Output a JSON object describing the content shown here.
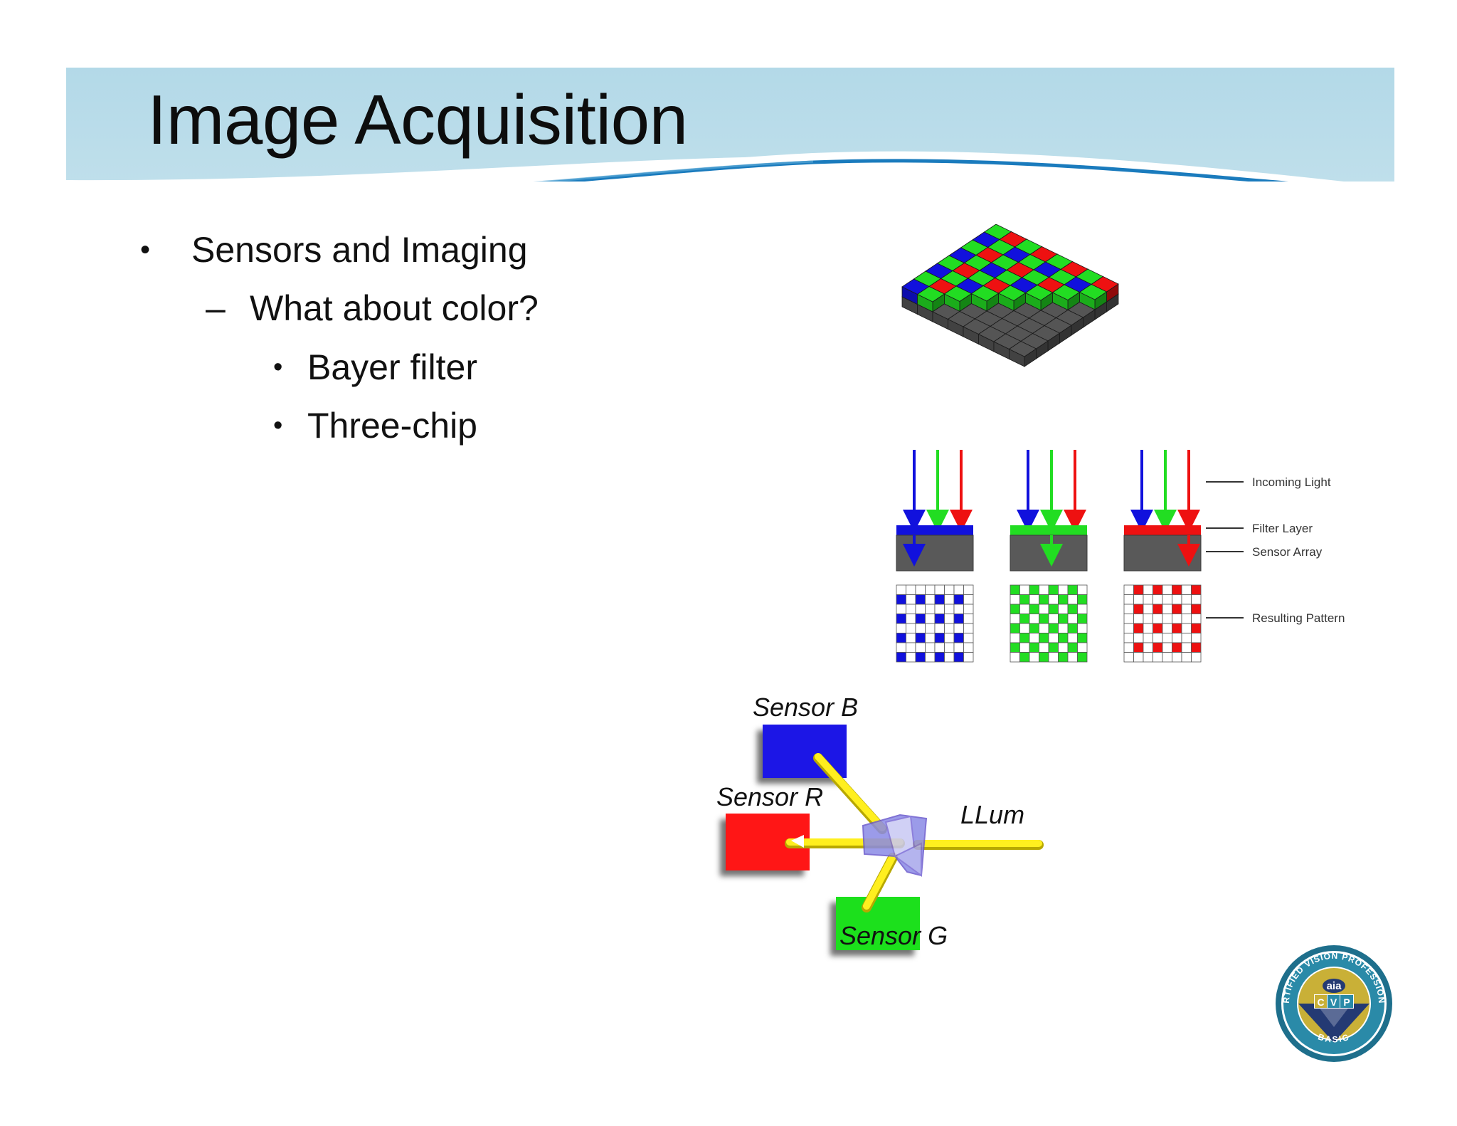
{
  "slide": {
    "title": "Image Acquisition",
    "bullets": [
      {
        "marker": "•",
        "text": "Sensors and Imaging"
      },
      {
        "marker": "–",
        "text": "What about color?"
      },
      {
        "marker": "•",
        "text": "Bayer filter"
      },
      {
        "marker": "•",
        "text": "Three-chip"
      }
    ]
  },
  "bayer_diagram": {
    "labels": {
      "incoming_light": "Incoming Light",
      "filter_layer": "Filter Layer",
      "sensor_array": "Sensor Array",
      "resulting_pattern": "Resulting Pattern"
    },
    "channels": [
      "blue",
      "green",
      "red"
    ],
    "colors": {
      "red": "#ee1111",
      "green": "#22dd22",
      "blue": "#1111dd",
      "sensor": "#555555"
    }
  },
  "three_chip_diagram": {
    "sensor_b": "Sensor B",
    "sensor_r": "Sensor R",
    "sensor_g": "Sensor G",
    "light": "LLum",
    "colors": {
      "beam": "#ffee22",
      "prism": "#8a8ae0"
    }
  },
  "badge": {
    "ring_text_top": "CERTIFIED VISION PROFESSIONAL",
    "ring_text_bottom": "BASIC",
    "brand": "aia",
    "letters": [
      "C",
      "V",
      "P"
    ],
    "colors": {
      "ring": "#1f6f8b",
      "gold": "#c9b037",
      "navy": "#243a73"
    }
  },
  "theme": {
    "title_band": "#b6dbe9",
    "wave": "#1a7bbd"
  }
}
